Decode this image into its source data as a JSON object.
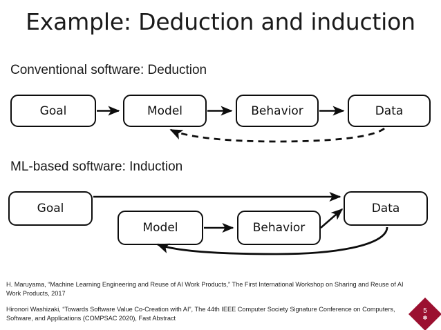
{
  "slide": {
    "title": "Example: Deduction and induction",
    "page_number": "5",
    "badge_color": "#9b1030",
    "badge_emblem": "✽"
  },
  "sections": [
    {
      "heading": "Conventional software: Deduction",
      "nodes": [
        {
          "label": "Goal"
        },
        {
          "label": "Model"
        },
        {
          "label": "Behavior"
        },
        {
          "label": "Data"
        }
      ]
    },
    {
      "heading": "ML-based software: Induction",
      "nodes": [
        {
          "label": "Goal"
        },
        {
          "label": "Model"
        },
        {
          "label": "Behavior"
        },
        {
          "label": "Data"
        }
      ]
    }
  ],
  "footnotes": [
    "H. Maruyama, “Machine Learning Engineering and Reuse of AI Work Products,” The First International Workshop on Sharing and Reuse of AI Work Products, 2017",
    "Hironori Washizaki, “Towards Software Value Co-Creation with AI”, The 44th IEEE Computer Society Signature Conference on Computers, Software, and Applications (COMPSAC 2020), Fast Abstract"
  ]
}
